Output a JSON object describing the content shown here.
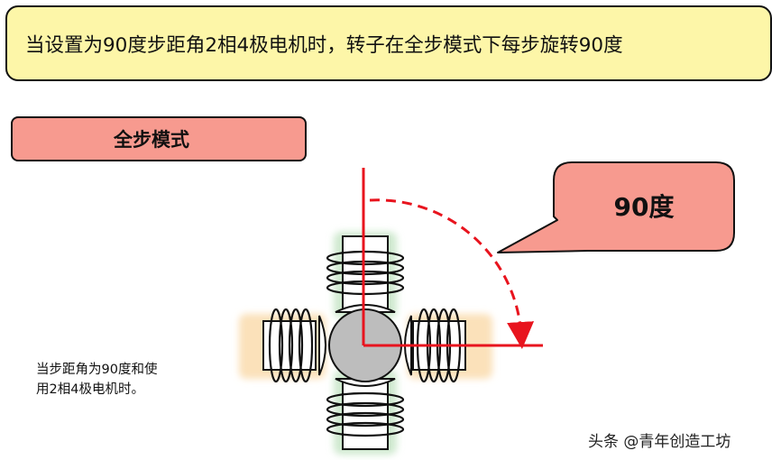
{
  "header": {
    "text": "当设置为90度步距角2相4极电机时，转子在全步模式下每步旋转90度"
  },
  "mode": {
    "label": "全步模式"
  },
  "callout": {
    "text": "90度"
  },
  "caption": {
    "line1": "当步距角为90度和使",
    "line2": "用2相4极电机时。"
  },
  "watermark": {
    "text": "头条 @青年创造工坊"
  },
  "colors": {
    "header_fill": "#fdf6a8",
    "mode_fill": "#f79a8f",
    "callout_fill": "#f79a8f",
    "arrow_red": "#e8141e",
    "pole_vertical_glow": "#cfe9cf",
    "pole_horizontal_glow": "#fbe1ba",
    "rotor_fill": "#bdbdbd"
  }
}
